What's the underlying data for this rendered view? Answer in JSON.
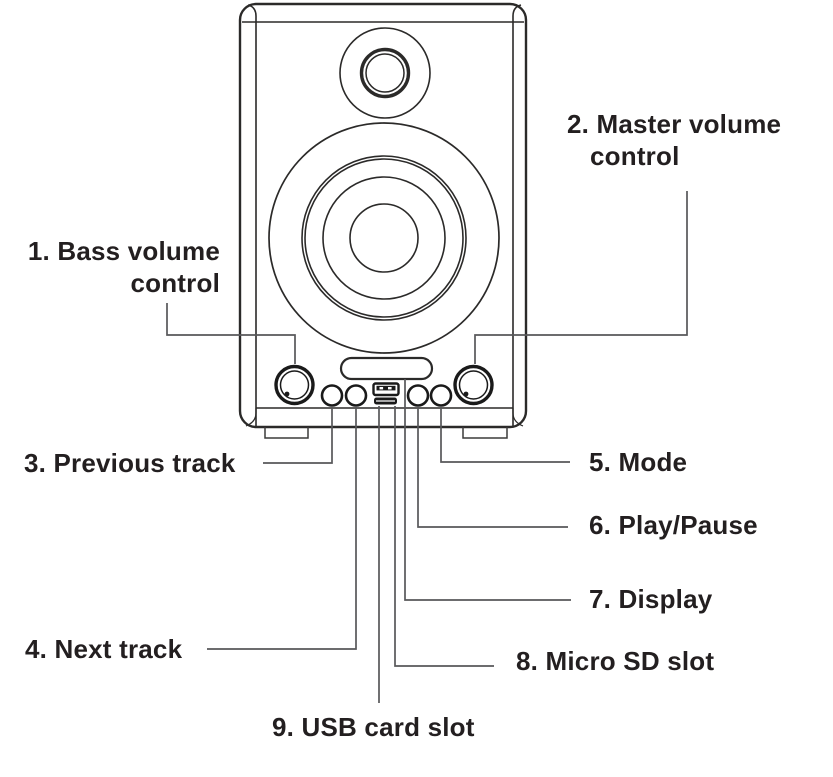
{
  "diagram": {
    "labels": {
      "bass_volume": {
        "line1": "1. Bass volume",
        "line2": "control"
      },
      "master_volume": {
        "line1": "2. Master volume",
        "line2": "control"
      },
      "previous_track": {
        "text": "3. Previous track"
      },
      "next_track": {
        "text": "4. Next track"
      },
      "mode": {
        "text": "5. Mode"
      },
      "play_pause": {
        "text": "6. Play/Pause"
      },
      "display": {
        "text": "7. Display"
      },
      "micro_sd": {
        "text": "8. Micro SD slot"
      },
      "usb": {
        "text": "9. USB card slot"
      }
    },
    "colors": {
      "ink": "#231f20",
      "outline": "#2b2a29",
      "leader_line": "#58585a",
      "background": "#ffffff"
    }
  }
}
